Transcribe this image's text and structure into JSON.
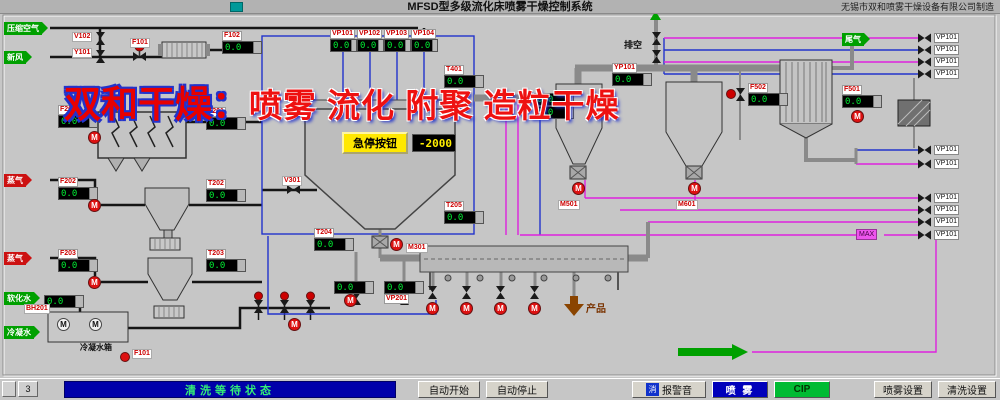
{
  "titlebar": {
    "title": "MFSD型多级流化床喷雾干燥控制系统",
    "company": "无锡市双和喷雾干燥设备有限公司制造"
  },
  "watermark": {
    "brand": "双和干燥：",
    "slogan": "喷雾 流化 附聚 造粒干燥"
  },
  "diagram": {
    "motor_letter": "M",
    "emergency_button": "急停按钮",
    "tower_display": "-2000",
    "vent_label": "排空",
    "tailgas_label": "尾气",
    "product_label": "产品",
    "tank_id": "BH201",
    "tank_label": "冷凝水箱",
    "max_tag": "MAX",
    "inputs": [
      "压缩空气",
      "新风",
      "蒸气",
      "蒸气",
      "软化水",
      "冷凝水"
    ],
    "gauges": [
      {
        "label": "F102",
        "value": "0.0"
      },
      {
        "label": "VP101",
        "value": "0.0"
      },
      {
        "label": "VP102",
        "value": "0.0"
      },
      {
        "label": "VP103",
        "value": "0.0"
      },
      {
        "label": "VP104",
        "value": "0.0"
      },
      {
        "label": "T401",
        "value": "0.0"
      },
      {
        "label": "T205",
        "value": "0.0"
      },
      {
        "label": "T204",
        "value": "0.0"
      },
      {
        "label": "T201",
        "value": "0.0"
      },
      {
        "label": "F201",
        "value": "0.0"
      },
      {
        "label": "T202",
        "value": "0.0"
      },
      {
        "label": "F202",
        "value": "0.0"
      },
      {
        "label": "T203",
        "value": "0.0"
      },
      {
        "label": "F203",
        "value": "0.0"
      },
      {
        "label": "",
        "value": "0.0"
      },
      {
        "label": "VP201",
        "value": "0.0"
      },
      {
        "label": "F502",
        "value": "0.0"
      },
      {
        "label": "F501",
        "value": "0.0"
      },
      {
        "label": "YP101",
        "value": "0.0"
      },
      {
        "label": "",
        "value": "0.0"
      },
      {
        "label": "",
        "value": "0.0"
      },
      {
        "label": "",
        "value": "0.0"
      }
    ],
    "tags": [
      "F101",
      "V102",
      "Y101",
      "F101",
      "V301",
      "M301",
      "M501",
      "M601"
    ],
    "right_valves": [
      "VP101",
      "VP101",
      "VP101",
      "VP101",
      "VP101",
      "VP101",
      "VP101",
      "VP101",
      "VP101",
      "VP101"
    ]
  },
  "statusbar": {
    "page": "3",
    "status": "清洗等待状态"
  },
  "toolbar": {
    "auto_start": "自动开始",
    "auto_stop": "自动停止",
    "mute_icon": "消",
    "mute": "报警音",
    "spray": "喷 雾",
    "cip": "CIP",
    "spray_settings": "喷雾设置",
    "clean_settings": "清洗设置"
  }
}
